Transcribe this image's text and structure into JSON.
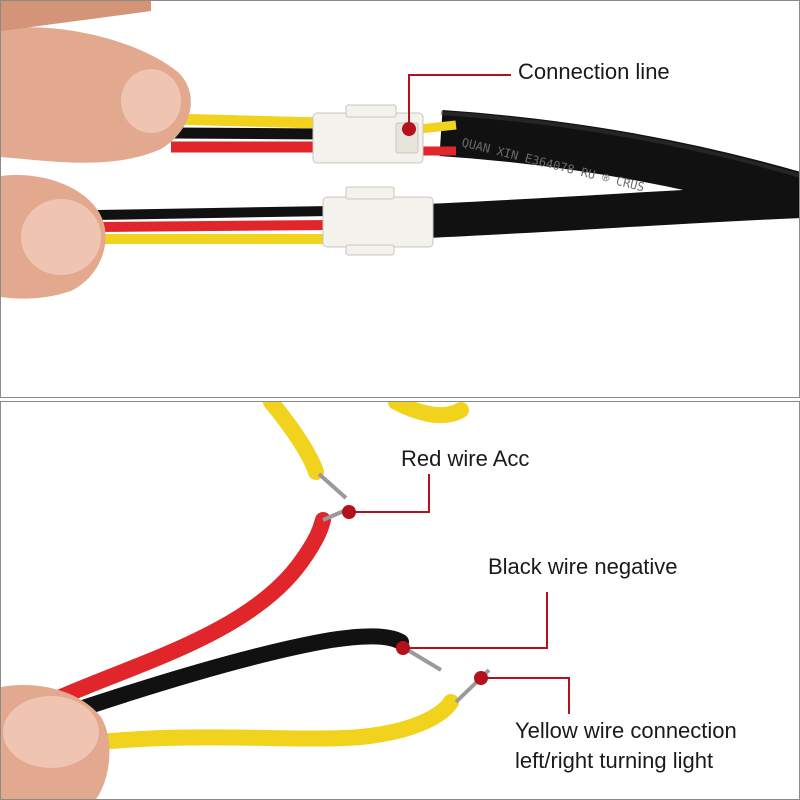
{
  "panel_top": {
    "callout": "Connection line",
    "cable_print": "QUAN XIN E364078 RU ® CRUS"
  },
  "panel_bottom": {
    "callouts": [
      "Red wire Acc",
      "Black wire negative",
      "Yellow wire connection",
      "left/right turning light"
    ]
  },
  "colors": {
    "callout_line": "#b3121c",
    "wire_red": "#e0252b",
    "wire_black": "#111111",
    "wire_yellow": "#f1d21c",
    "connector": "#f4f2ec",
    "border": "#8a8a8a"
  },
  "icons": [
    "callout-dot-icon",
    "hand-icon",
    "connector-icon"
  ]
}
